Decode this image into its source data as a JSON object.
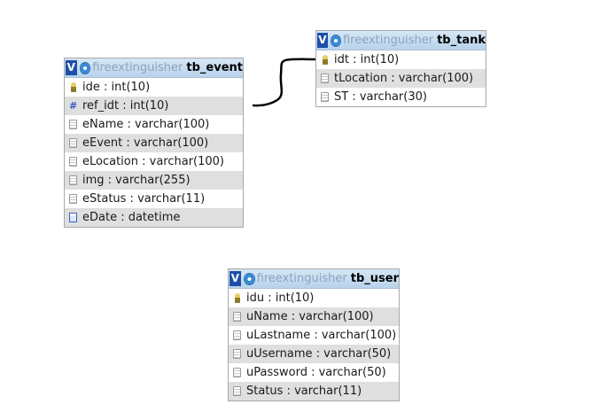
{
  "database": "fireextinguisher",
  "toggle_label": "V",
  "tables": {
    "tb_event": {
      "name": "tb_event",
      "columns": [
        {
          "icon": "primary-key-icon",
          "text": "ide : int(10)"
        },
        {
          "icon": "foreign-key-icon",
          "text": "ref_idt : int(10)"
        },
        {
          "icon": "column-icon",
          "text": "eName : varchar(100)"
        },
        {
          "icon": "column-icon",
          "text": "eEvent : varchar(100)"
        },
        {
          "icon": "column-icon",
          "text": "eLocation : varchar(100)"
        },
        {
          "icon": "column-icon",
          "text": "img : varchar(255)"
        },
        {
          "icon": "column-icon",
          "text": "eStatus : varchar(11)"
        },
        {
          "icon": "date-column-icon",
          "text": "eDate : datetime"
        }
      ]
    },
    "tb_tank": {
      "name": "tb_tank",
      "columns": [
        {
          "icon": "primary-key-icon",
          "text": "idt : int(10)"
        },
        {
          "icon": "column-icon",
          "text": "tLocation : varchar(100)"
        },
        {
          "icon": "column-icon",
          "text": "ST : varchar(30)"
        }
      ]
    },
    "tb_user": {
      "name": "tb_user",
      "columns": [
        {
          "icon": "primary-key-icon",
          "text": "idu : int(10)"
        },
        {
          "icon": "column-icon",
          "text": "uName : varchar(100)"
        },
        {
          "icon": "column-icon",
          "text": "uLastname : varchar(100)"
        },
        {
          "icon": "column-icon",
          "text": "uUsername : varchar(50)"
        },
        {
          "icon": "column-icon",
          "text": "uPassword : varchar(50)"
        },
        {
          "icon": "column-icon",
          "text": "Status : varchar(11)"
        }
      ]
    }
  }
}
